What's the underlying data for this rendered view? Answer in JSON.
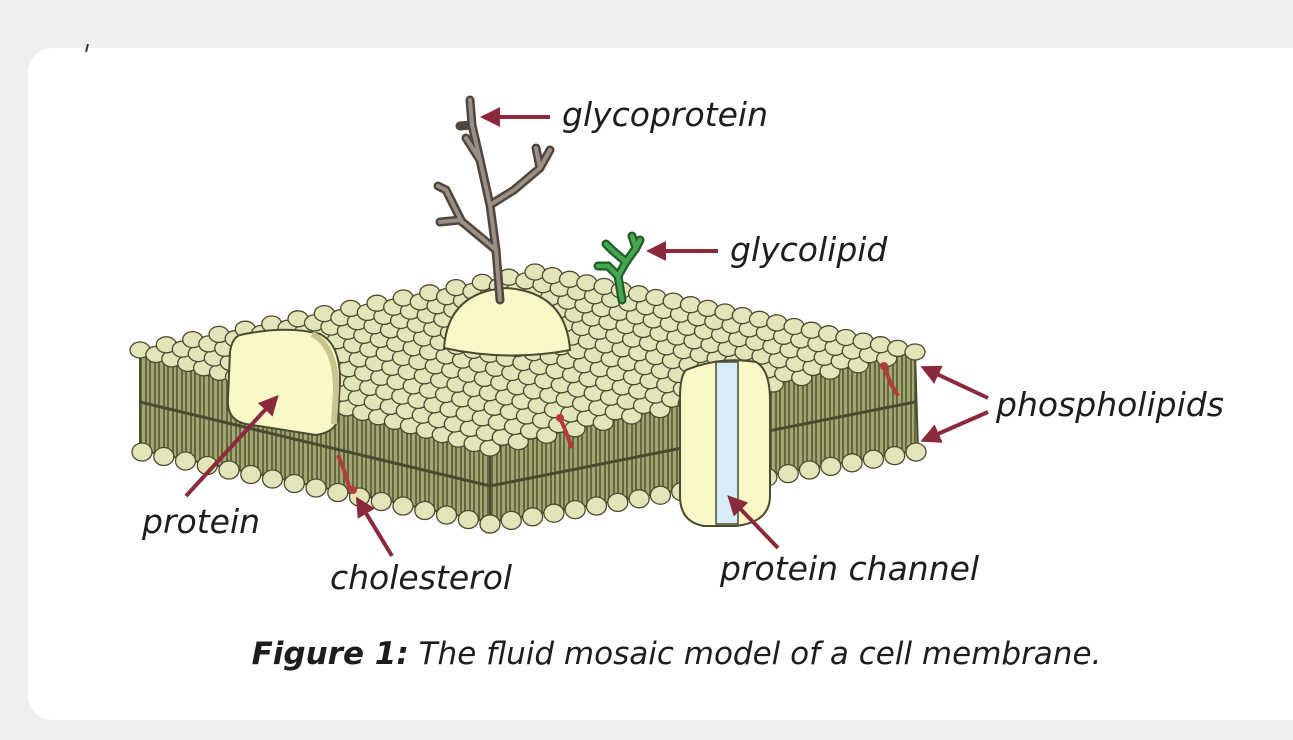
{
  "labels": {
    "glycoprotein": "glycoprotein",
    "glycolipid": "glycolipid",
    "phospholipids": "phospholipids",
    "protein": "protein",
    "cholesterol": "cholesterol",
    "protein_channel": "protein channel"
  },
  "caption": {
    "prefix": "Figure 1:",
    "text": "The fluid mosaic model of a cell membrane."
  },
  "colors": {
    "head": "#e3e5b8",
    "head_outline": "#4a4a30",
    "tail": "#8e9360",
    "protein": "#fbf8c8",
    "arrow": "#8b2a3c",
    "glycoprotein": "#7a6e64",
    "glycolipid": "#3d9a47",
    "channel": "#d8ecf7"
  }
}
